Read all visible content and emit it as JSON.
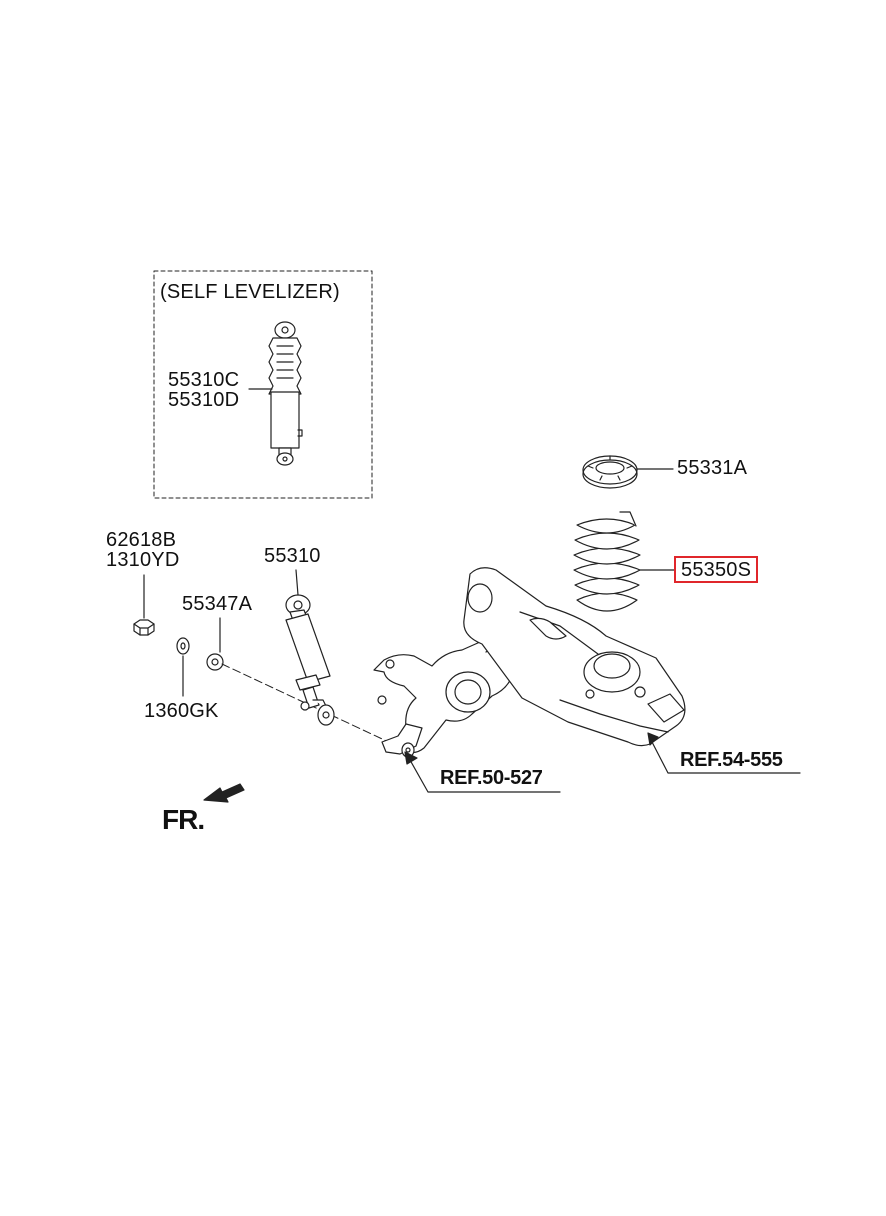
{
  "diagram": {
    "inset_title": "(SELF LEVELIZER)",
    "parts": {
      "self_levelizer_shock_c": "55310C",
      "self_levelizer_shock_d": "55310D",
      "spring_pad": "55331A",
      "coil_spring": "55350S",
      "nut": "62618B",
      "bolt": "1310YD",
      "shock_absorber": "55310",
      "washer_a": "55347A",
      "washer_b": "1360GK"
    },
    "references": {
      "knuckle_ref": "REF.50-527",
      "arm_ref": "REF.54-555"
    },
    "front_indicator": "FR.",
    "highlight_color": "#e0262b",
    "line_color": "#222222"
  }
}
